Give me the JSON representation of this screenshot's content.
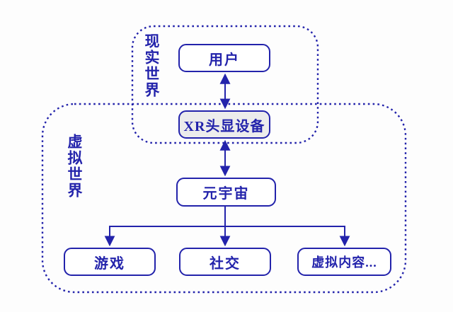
{
  "regions": {
    "real_world": {
      "label": "现实世界"
    },
    "virtual_world": {
      "label": "虚拟世界"
    }
  },
  "nodes": {
    "user": {
      "label": "用户"
    },
    "xr_device": {
      "label": "XR头显设备"
    },
    "metaverse": {
      "label": "元宇宙"
    },
    "game": {
      "label": "游戏"
    },
    "social": {
      "label": "社交"
    },
    "virtual_content": {
      "label": "虚拟内容..."
    }
  },
  "edges": [
    {
      "from": "用户",
      "to": "XR头显设备",
      "type": "bidirectional-arrow"
    },
    {
      "from": "XR头显设备",
      "to": "元宇宙",
      "type": "bidirectional-arrow"
    },
    {
      "from": "元宇宙",
      "to": "游戏",
      "type": "arrow-down"
    },
    {
      "from": "元宇宙",
      "to": "社交",
      "type": "arrow-down"
    },
    {
      "from": "元宇宙",
      "to": "虚拟内容...",
      "type": "arrow-down"
    }
  ],
  "colors": {
    "accent": "#2323ab",
    "node_fill": "#ffffff",
    "xr_node_fill": "#ececec",
    "background": "#fdfdfd"
  }
}
